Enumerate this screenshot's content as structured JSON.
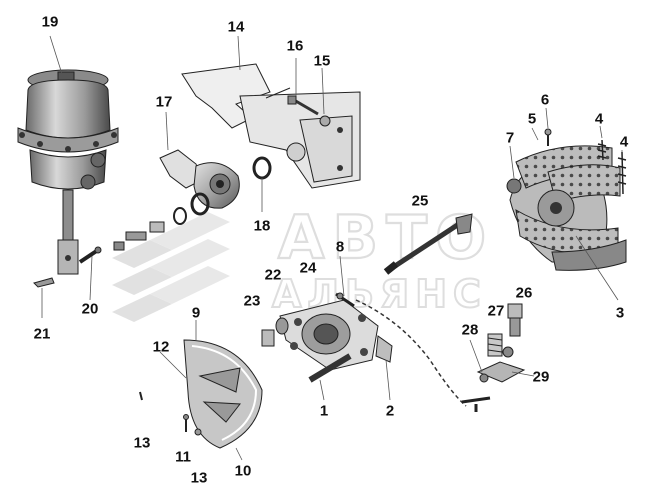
{
  "watermark": {
    "line1": "АВТО",
    "line2": "АЛЬЯНС"
  },
  "callouts": [
    {
      "id": "c19",
      "text": "19"
    },
    {
      "id": "c14",
      "text": "14"
    },
    {
      "id": "c16",
      "text": "16"
    },
    {
      "id": "c15",
      "text": "15"
    },
    {
      "id": "c17",
      "text": "17"
    },
    {
      "id": "c6",
      "text": "6"
    },
    {
      "id": "c5",
      "text": "5"
    },
    {
      "id": "c4a",
      "text": "4"
    },
    {
      "id": "c7",
      "text": "7"
    },
    {
      "id": "c4b",
      "text": "4"
    },
    {
      "id": "c25",
      "text": "25"
    },
    {
      "id": "c18",
      "text": "18"
    },
    {
      "id": "c8",
      "text": "8"
    },
    {
      "id": "c22",
      "text": "22"
    },
    {
      "id": "c24",
      "text": "24"
    },
    {
      "id": "c20",
      "text": "20"
    },
    {
      "id": "c23",
      "text": "23"
    },
    {
      "id": "c26",
      "text": "26"
    },
    {
      "id": "c27",
      "text": "27"
    },
    {
      "id": "c9",
      "text": "9"
    },
    {
      "id": "c3",
      "text": "3"
    },
    {
      "id": "c21",
      "text": "21"
    },
    {
      "id": "c28",
      "text": "28"
    },
    {
      "id": "c12",
      "text": "12"
    },
    {
      "id": "c29",
      "text": "29"
    },
    {
      "id": "c1",
      "text": "1"
    },
    {
      "id": "c2",
      "text": "2"
    },
    {
      "id": "c13a",
      "text": "13"
    },
    {
      "id": "c11",
      "text": "11"
    },
    {
      "id": "c10",
      "text": "10"
    },
    {
      "id": "c13b",
      "text": "13"
    }
  ]
}
